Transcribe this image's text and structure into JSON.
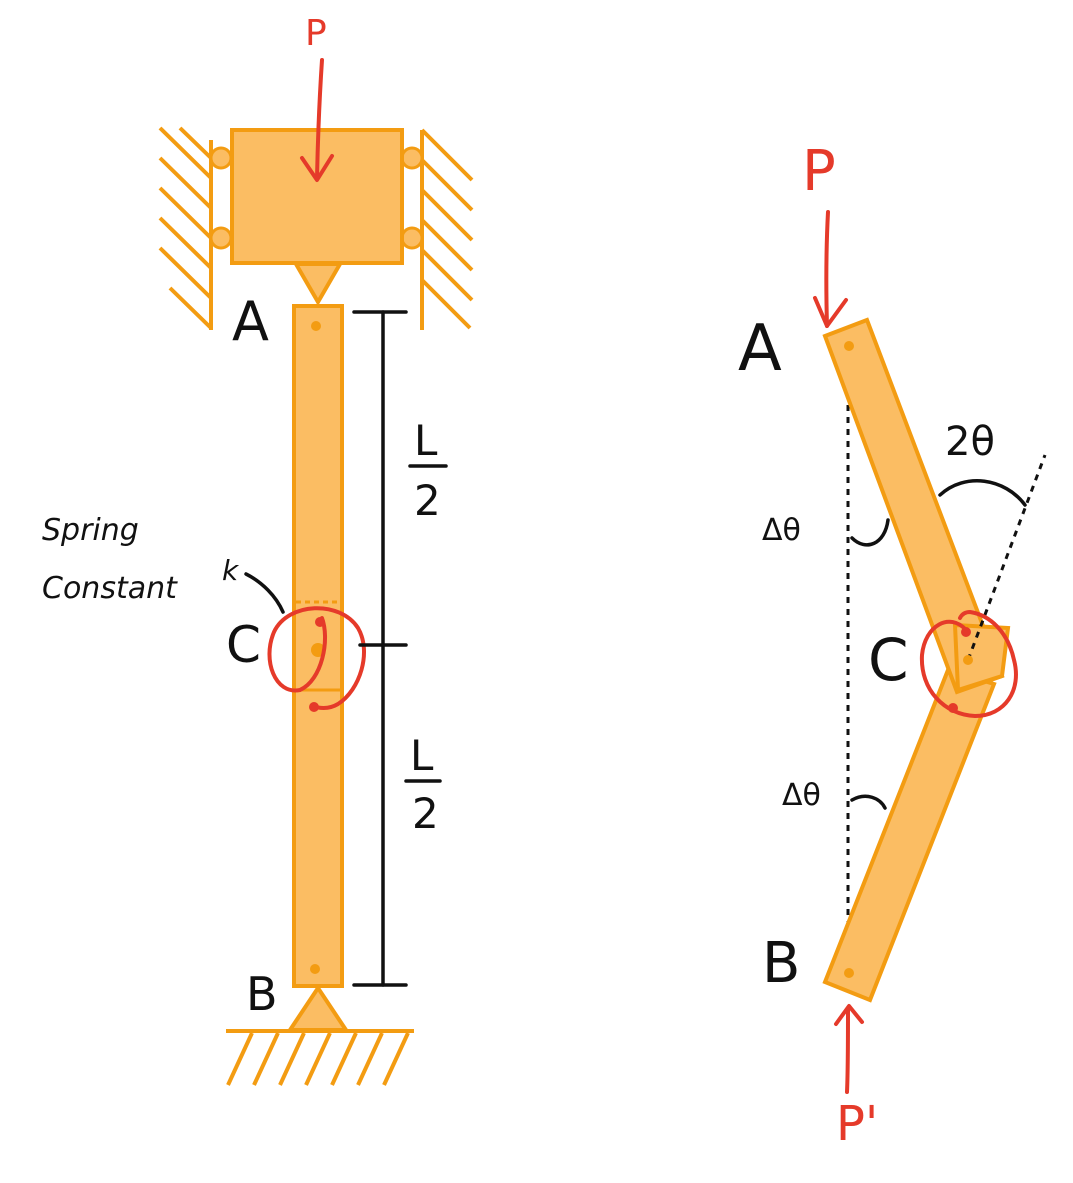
{
  "left_figure": {
    "load_label": "P",
    "top_joint_label": "A",
    "middle_joint_label": "C",
    "bottom_joint_label": "B",
    "spring_label_line1": "Spring",
    "spring_label_line2": "Constant",
    "spring_constant_symbol": "k",
    "upper_length": {
      "numerator": "L",
      "denominator": "2"
    },
    "lower_length": {
      "numerator": "L",
      "denominator": "2"
    }
  },
  "right_figure": {
    "top_load_label": "P",
    "bottom_load_label": "P'",
    "top_joint_label": "A",
    "middle_joint_label": "C",
    "bottom_joint_label": "B",
    "upper_angle_label": "Δθ",
    "lower_angle_label": "Δθ",
    "hinge_angle_label": "2θ"
  },
  "colors": {
    "member_fill": "#fbbd63",
    "member_stroke": "#f39c12",
    "force_arrow": "#e53a2a",
    "annotation": "#111111"
  }
}
